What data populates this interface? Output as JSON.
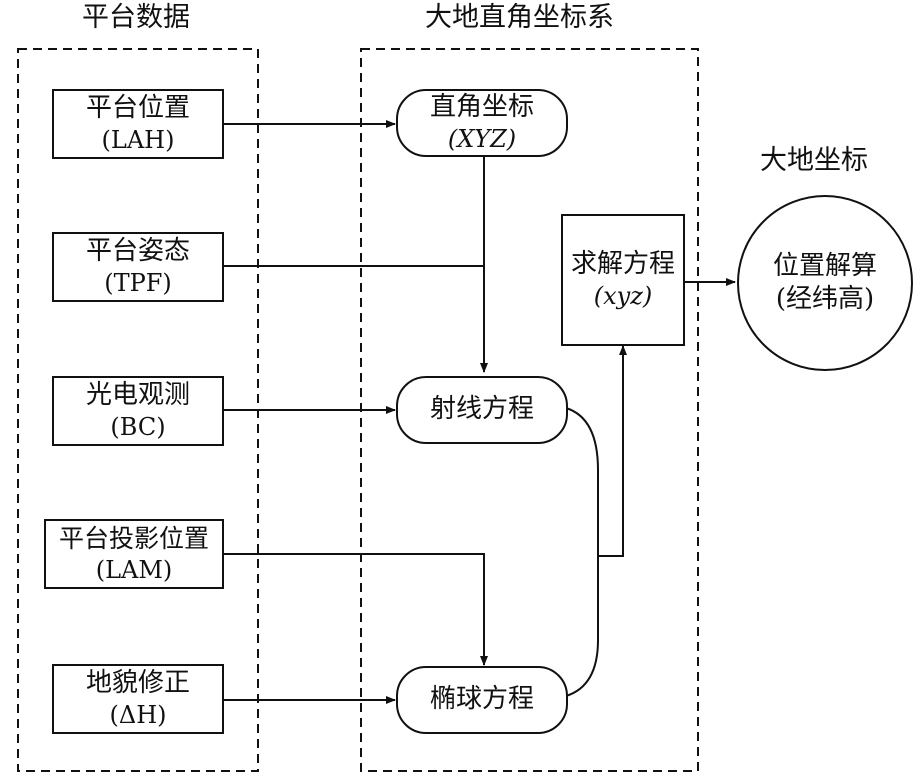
{
  "titles": {
    "platform_data": "平台数据",
    "geodetic_cartesian": "大地直角坐标系",
    "geodetic_coords": "大地坐标"
  },
  "platform_inputs": [
    {
      "name": "平台位置",
      "code": "(LAH)"
    },
    {
      "name": "平台姿态",
      "code": "(TPF)"
    },
    {
      "name": "光电观测",
      "code": "(BC)"
    },
    {
      "name": "平台投影位置",
      "code": "(LAM)"
    },
    {
      "name": "地貌修正",
      "code": "(ΔH)"
    }
  ],
  "cartesian_nodes": {
    "rect_coords": {
      "name": "直角坐标",
      "code": "(XYZ)"
    },
    "ray_eq": {
      "name": "射线方程"
    },
    "ellipsoid_eq": {
      "name": "椭球方程"
    },
    "solve_eq": {
      "name": "求解方程",
      "code": "(xyz)"
    }
  },
  "result": {
    "name": "位置解算",
    "code": "(经纬高)"
  }
}
